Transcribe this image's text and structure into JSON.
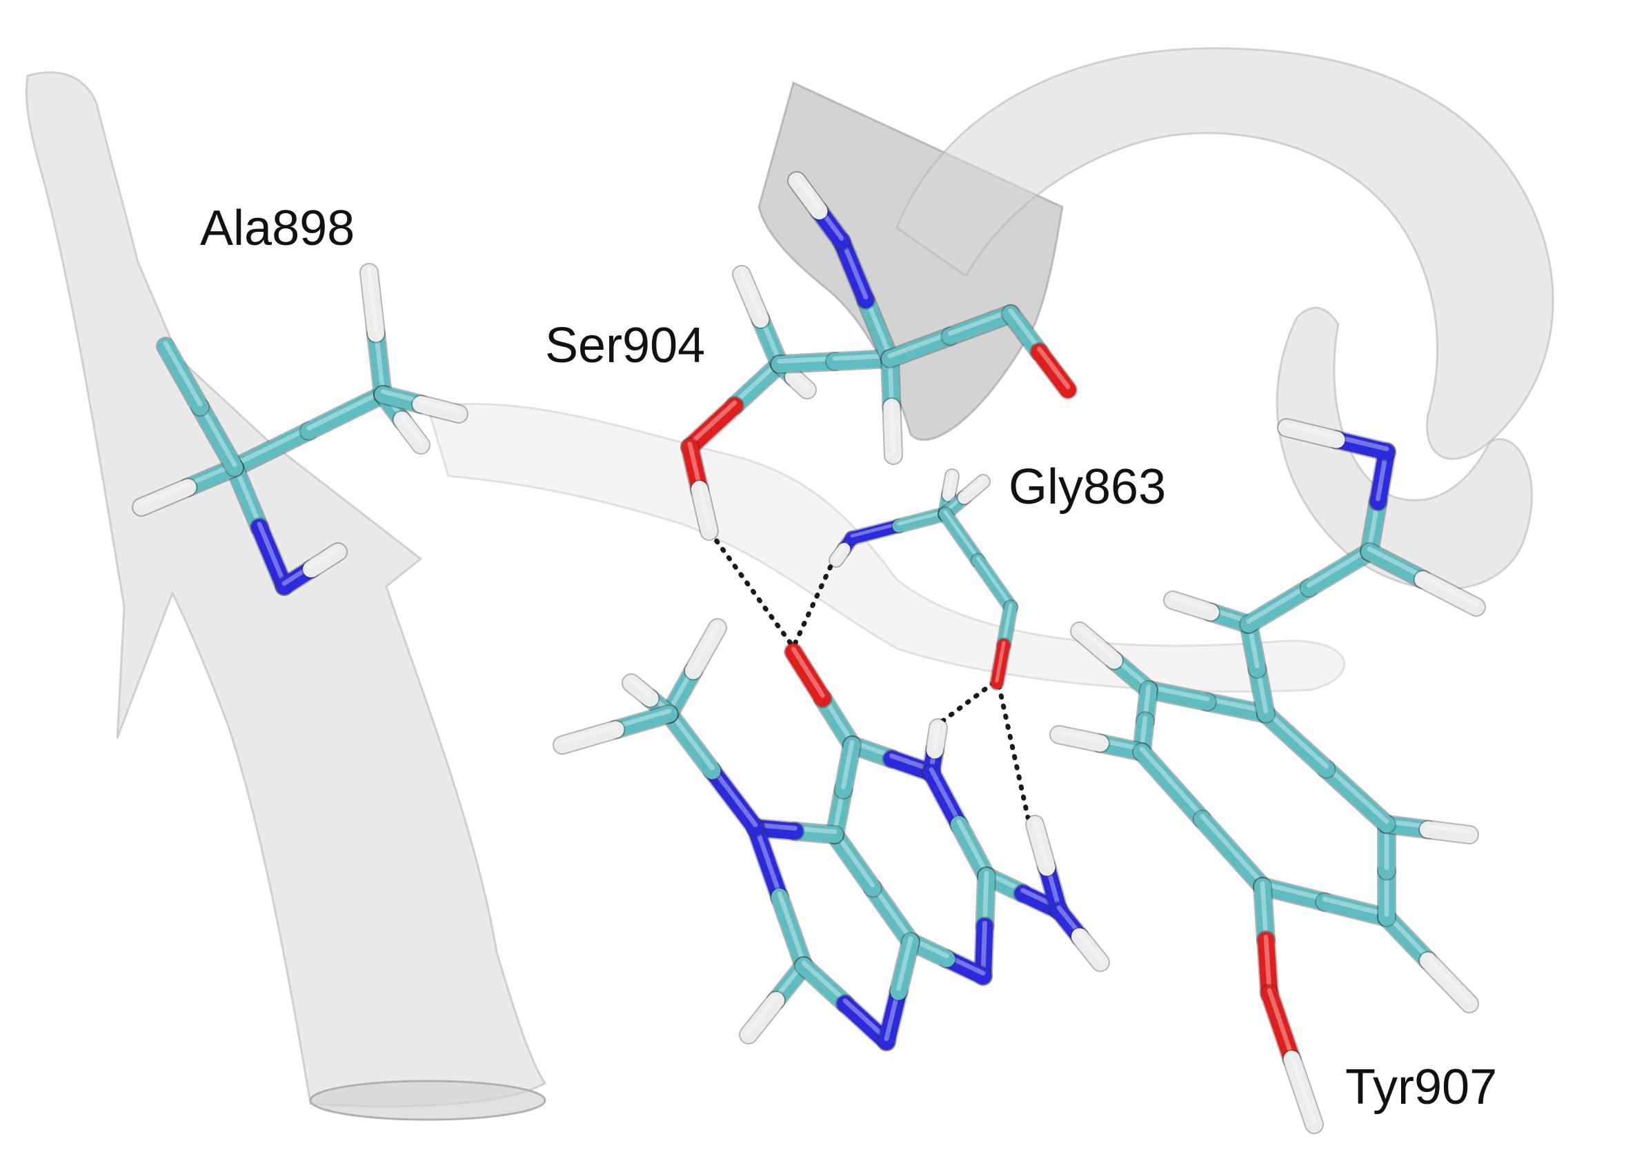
{
  "figure": {
    "labels": {
      "ala": "Ala898",
      "ser": "Ser904",
      "gly": "Gly863",
      "tyr": "Tyr907"
    },
    "colors": {
      "carbon": "#5fbdc2",
      "carbon_dark": "#3e9ca1",
      "nitrogen": "#2b2bdc",
      "oxygen": "#e01e1e",
      "hydrogen": "#ececec",
      "hbond": "#1a1a1a",
      "ribbon": "#d9d9d9"
    }
  }
}
